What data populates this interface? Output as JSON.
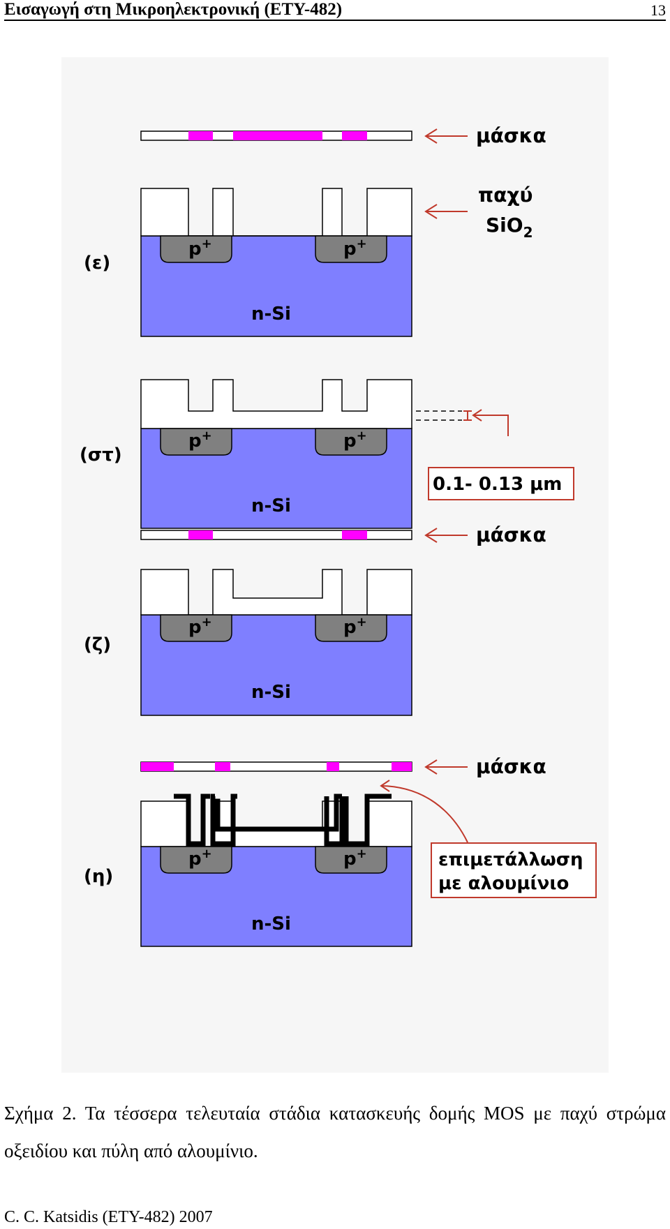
{
  "header": {
    "title": "Εισαγωγή στη Μικροηλεκτρονική (ΕΤΥ-482)",
    "page_number": "13"
  },
  "figure": {
    "stages": [
      "(ε)",
      "(στ)",
      "(ζ)",
      "(η)"
    ],
    "substrate_label": "n-Si",
    "doped_label": "p",
    "doped_superscript": "+",
    "mask_label": "μάσκα",
    "oxide_label_line1": "παχύ",
    "oxide_label_line2": "SiO",
    "oxide_label_sub": "2",
    "thickness_label": "0.1- 0.13 μm",
    "metal_label_line1": "επιμετάλλωση",
    "metal_label_line2": "με αλουμίνιο",
    "colors": {
      "substrate": "#7f7fff",
      "p_region": "#808080",
      "mask": "#ff00ff",
      "oxide": "#ffffff",
      "arrow": "#c0392b",
      "metal": "#000000"
    }
  },
  "caption": "Σχήμα 2. Τα τέσσερα τελευταία στάδια κατασκευής δομής MOS με παχύ στρώμα οξειδίου και πύλη από αλουμίνιο.",
  "footer": "C. C. Katsidis (ETY-482) 2007"
}
